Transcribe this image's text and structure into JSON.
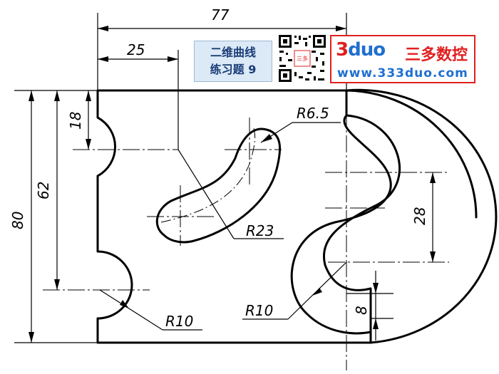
{
  "drawing": {
    "dimensions": {
      "overall_width": "77",
      "left_offset": "25",
      "semicircle_offset": "18",
      "inner_span": "62",
      "overall_height": "80",
      "right_inner_span": "28",
      "bottom_step": "8",
      "slot_end_radius": "R6.5",
      "slot_arc_radius": "R23",
      "left_notch_radius": "R10",
      "s_curve_radius": "R10"
    }
  },
  "title_box": {
    "line1": "二维曲线",
    "line2": "练习题 9"
  },
  "qr": {
    "center_text": "三多"
  },
  "brand": {
    "logo_part1": "3",
    "logo_part2": "duo",
    "name": "三多数控",
    "url": "www.333duo.com",
    "colors": {
      "red": "#e02020",
      "blue": "#1f6fd0"
    }
  }
}
